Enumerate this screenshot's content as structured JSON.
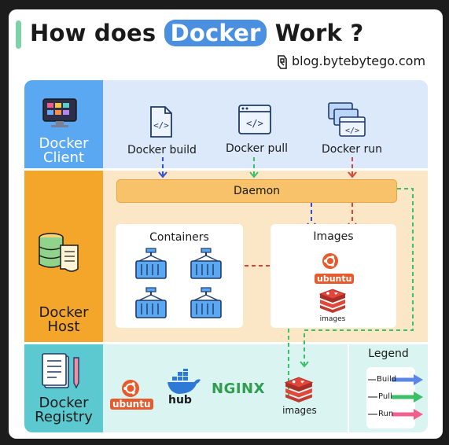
{
  "title": {
    "before": "How does",
    "highlight": "Docker",
    "after": "Work ?"
  },
  "site": "blog.bytebytego.com",
  "client": {
    "label": [
      "Docker",
      "Client"
    ],
    "commands": [
      {
        "label": "Docker build",
        "icon": "file-code-icon",
        "arrow_color": "#2c4fd6"
      },
      {
        "label": "Docker pull",
        "icon": "browser-code-icon",
        "arrow_color": "#3bbf67"
      },
      {
        "label": "Docker run",
        "icon": "stacked-windows-icon",
        "arrow_color": "#d2443a"
      }
    ]
  },
  "host": {
    "label": [
      "Docker",
      "Host"
    ],
    "daemon": "Daemon",
    "containers_title": "Containers",
    "images_title": "Images",
    "images_sublabels": {
      "ubuntu": "ubuntu",
      "redis": "images"
    }
  },
  "registry": {
    "label": [
      "Docker",
      "Registry"
    ],
    "items": [
      {
        "label": "ubuntu",
        "icon": "ubuntu-icon"
      },
      {
        "label": "hub",
        "icon": "docker-whale-icon"
      },
      {
        "label": "NGINX",
        "icon": "nginx-logo"
      },
      {
        "label": "images",
        "icon": "redis-icon"
      }
    ]
  },
  "legend": {
    "title": "Legend",
    "items": [
      {
        "label": "Build",
        "color": "#5a86e8"
      },
      {
        "label": "Pull",
        "color": "#3bbf67"
      },
      {
        "label": "Run",
        "color": "#f25f8c"
      }
    ]
  },
  "colors": {
    "client": "#5aa7f2",
    "host": "#f4a62a",
    "registry": "#5bc9cf",
    "daemon": "#f7c26a"
  }
}
